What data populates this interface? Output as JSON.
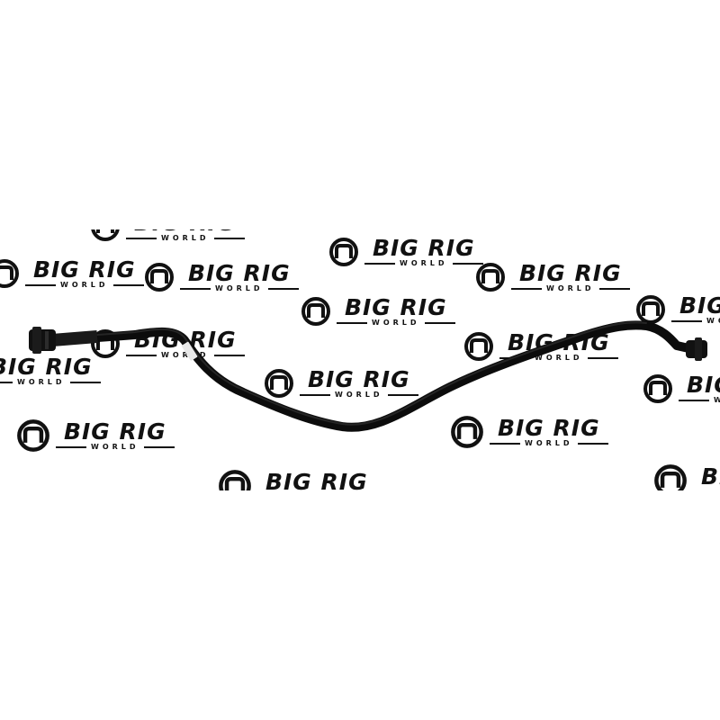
{
  "image": {
    "background_color": "#ffffff",
    "subject": "hose-assembly",
    "hose_color": "#0c0c0c",
    "part_label_text": "",
    "watermark": {
      "brand": "BIG RIG",
      "sub": "WORLD",
      "ink_color": "#111111"
    }
  }
}
